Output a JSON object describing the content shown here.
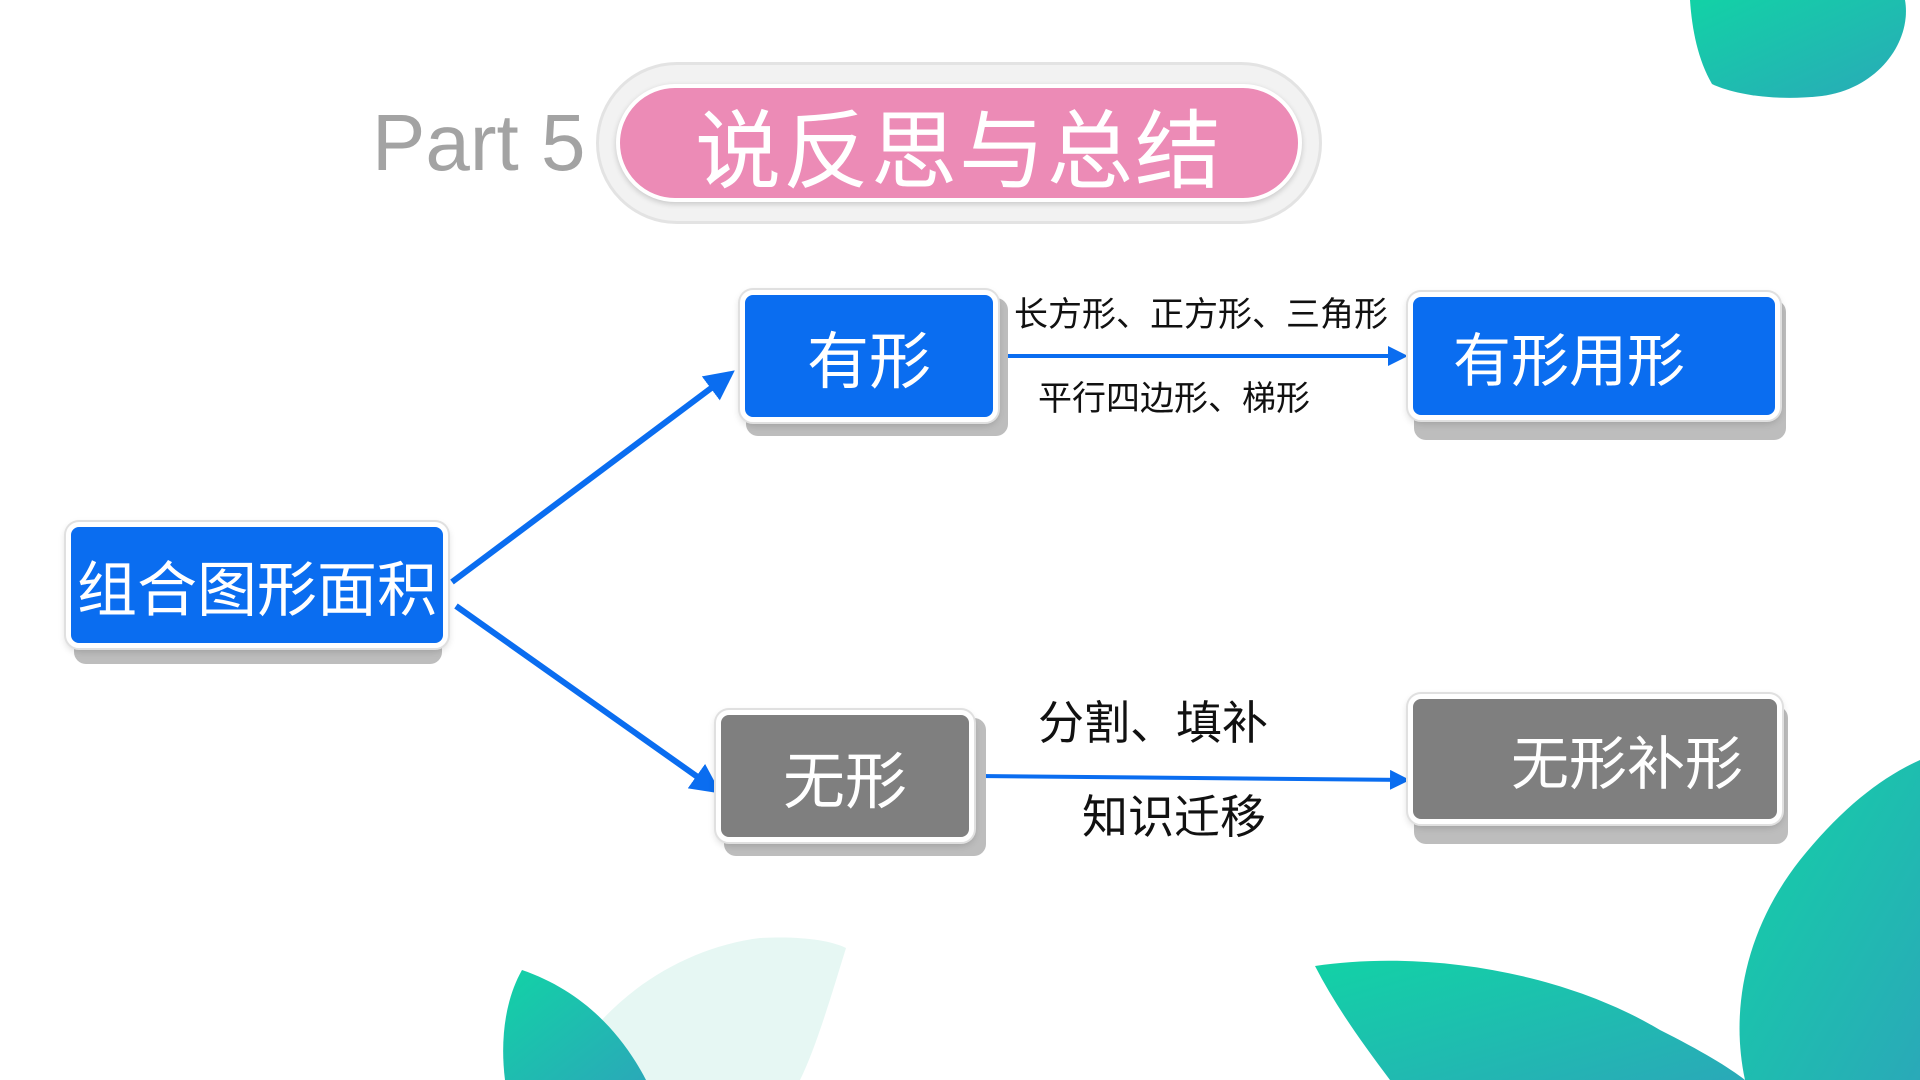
{
  "slide": {
    "part_label": "Part 5",
    "title": "说反思与总结"
  },
  "nodes": {
    "root": "组合图形面积",
    "tangible": "有形",
    "intangible": "无形",
    "tangible_result": "有形用形",
    "intangible_result": "无形补形"
  },
  "edge_labels": {
    "tangible_top": "长方形、正方形、三角形",
    "tangible_bottom": "平行四边形、梯形",
    "intangible_top": "分割、填补",
    "intangible_bottom": "知识迁移"
  },
  "colors": {
    "accent_blue": "#0a6df0",
    "node_gray": "#7f7f7f",
    "title_pink": "#ec8bb6",
    "leaf_teal": "#12c9a6"
  }
}
